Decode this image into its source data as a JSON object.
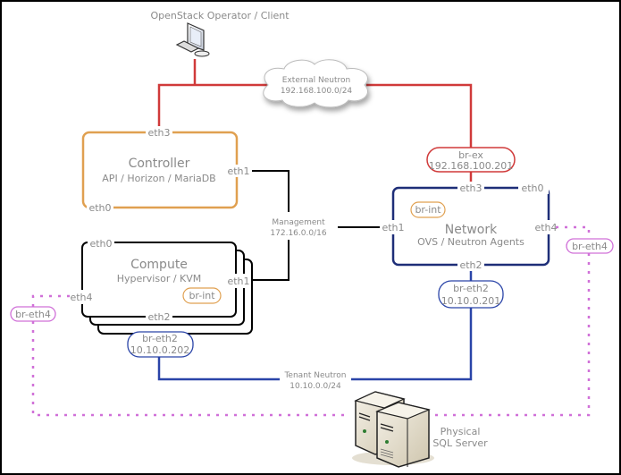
{
  "diagram": {
    "client": {
      "label": "OpenStack Operator / Client",
      "icon": "workstation-icon"
    },
    "external_network": {
      "name": "External Neutron",
      "cidr": "192.168.100.0/24",
      "color": "#d03a3a"
    },
    "management_network": {
      "name": "Management",
      "cidr": "172.16.0.0/16",
      "color": "#000000"
    },
    "tenant_network": {
      "name": "Tenant Neutron",
      "cidr": "10.10.0.0/24",
      "color": "#2a44a8"
    },
    "physical_link": {
      "color": "#d070d8"
    },
    "controller": {
      "title": "Controller",
      "subtitle": "API / Horizon / MariaDB",
      "color": "#e0a050",
      "interfaces": {
        "top": "eth3",
        "right": "eth1",
        "bottom_left": "eth0"
      }
    },
    "network": {
      "title": "Network",
      "subtitle": "OVS / Neutron Agents",
      "color": "#1e2e78",
      "bridge_int": "br-int",
      "interfaces": {
        "top": "eth3",
        "top_right": "eth0",
        "left": "eth1",
        "right": "eth4",
        "bottom": "eth2"
      },
      "br_ex": {
        "name": "br-ex",
        "ip": "192.168.100.201"
      },
      "br_eth2": {
        "name": "br-eth2",
        "ip": "10.10.0.201"
      },
      "br_eth4": {
        "name": "br-eth4"
      }
    },
    "compute": {
      "title": "Compute",
      "subtitle": "Hypervisor / KVM",
      "color": "#000000",
      "bridge_int": "br-int",
      "interfaces": {
        "top_left": "eth0",
        "right": "eth1",
        "left": "eth4",
        "bottom": "eth2"
      },
      "br_eth2": {
        "name": "br-eth2",
        "ip": "10.10.0.202"
      },
      "br_eth4": {
        "name": "br-eth4"
      }
    },
    "sql_server": {
      "line1": "Physical",
      "line2": "SQL Server",
      "icon": "server-icon"
    }
  }
}
